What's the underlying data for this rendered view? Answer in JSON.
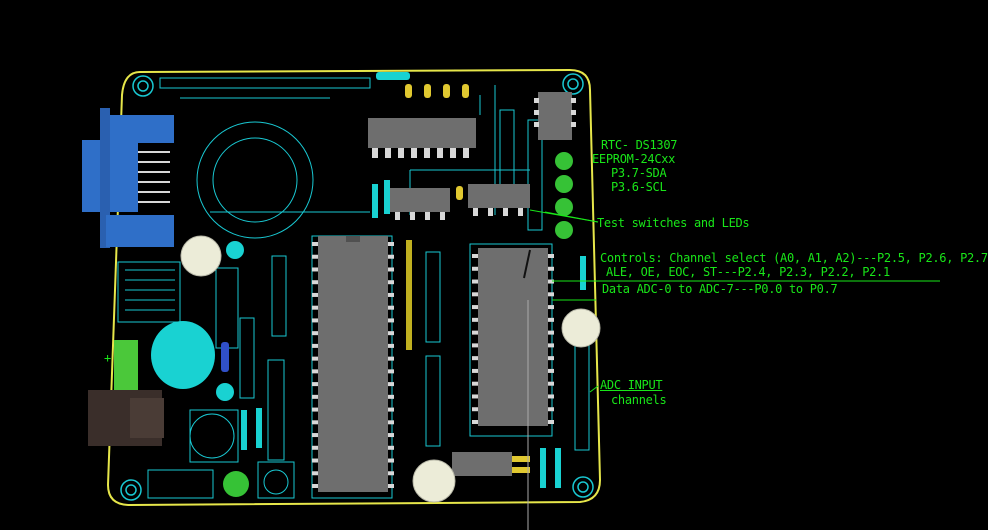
{
  "annotations": {
    "rtc": "RTC- DS1307",
    "eeprom": "EEPROM-24Cxx",
    "sda": "P3.7-SDA",
    "scl": "P3.6-SCL",
    "test": "Test switches and LEDs",
    "controls": "Controls: Channel select (A0, A1, A2)---P2.5, P2.6, P2.7",
    "ale": "ALE, OE, EOC, ST---P2.4, P2.3, P2.2, P2.1",
    "data_adc": "Data ADC-0 to ADC-7---P0.0 to P0.7",
    "adc_input": "ADC INPUT",
    "channels": "channels"
  },
  "colors": {
    "background": "#000000",
    "board_outline": "#e6e64a",
    "trace": "#19c8d2",
    "annotation": "#19e619",
    "chip": "#6e6e6e",
    "pin": "#d8d8d8",
    "connector_blue": "#2f6fc8",
    "capacitor_cyan": "#19d2d2",
    "led_green": "#36c236",
    "terminal_green": "#4bc83a",
    "dc_jack": "#3a2e2a"
  }
}
